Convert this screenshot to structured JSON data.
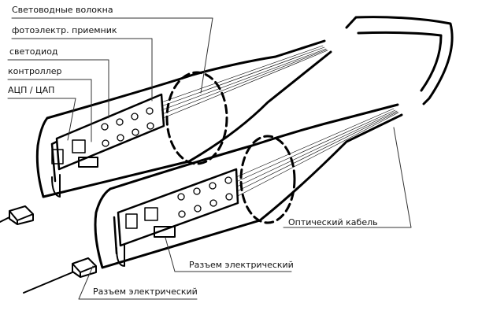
{
  "labels": {
    "fibers": "Световодные волокна",
    "photodetector": "фотоэлектр. приемник",
    "led": "светодиод",
    "controller": "контроллер",
    "adc_dac": "АЦП / ЦАП",
    "optical_cable": "Оптический кабель",
    "connector_upper": "Разъем электрический",
    "connector_lower": "Разъем электрический"
  },
  "colors": {
    "line": "#000000",
    "leader": "#333333"
  }
}
